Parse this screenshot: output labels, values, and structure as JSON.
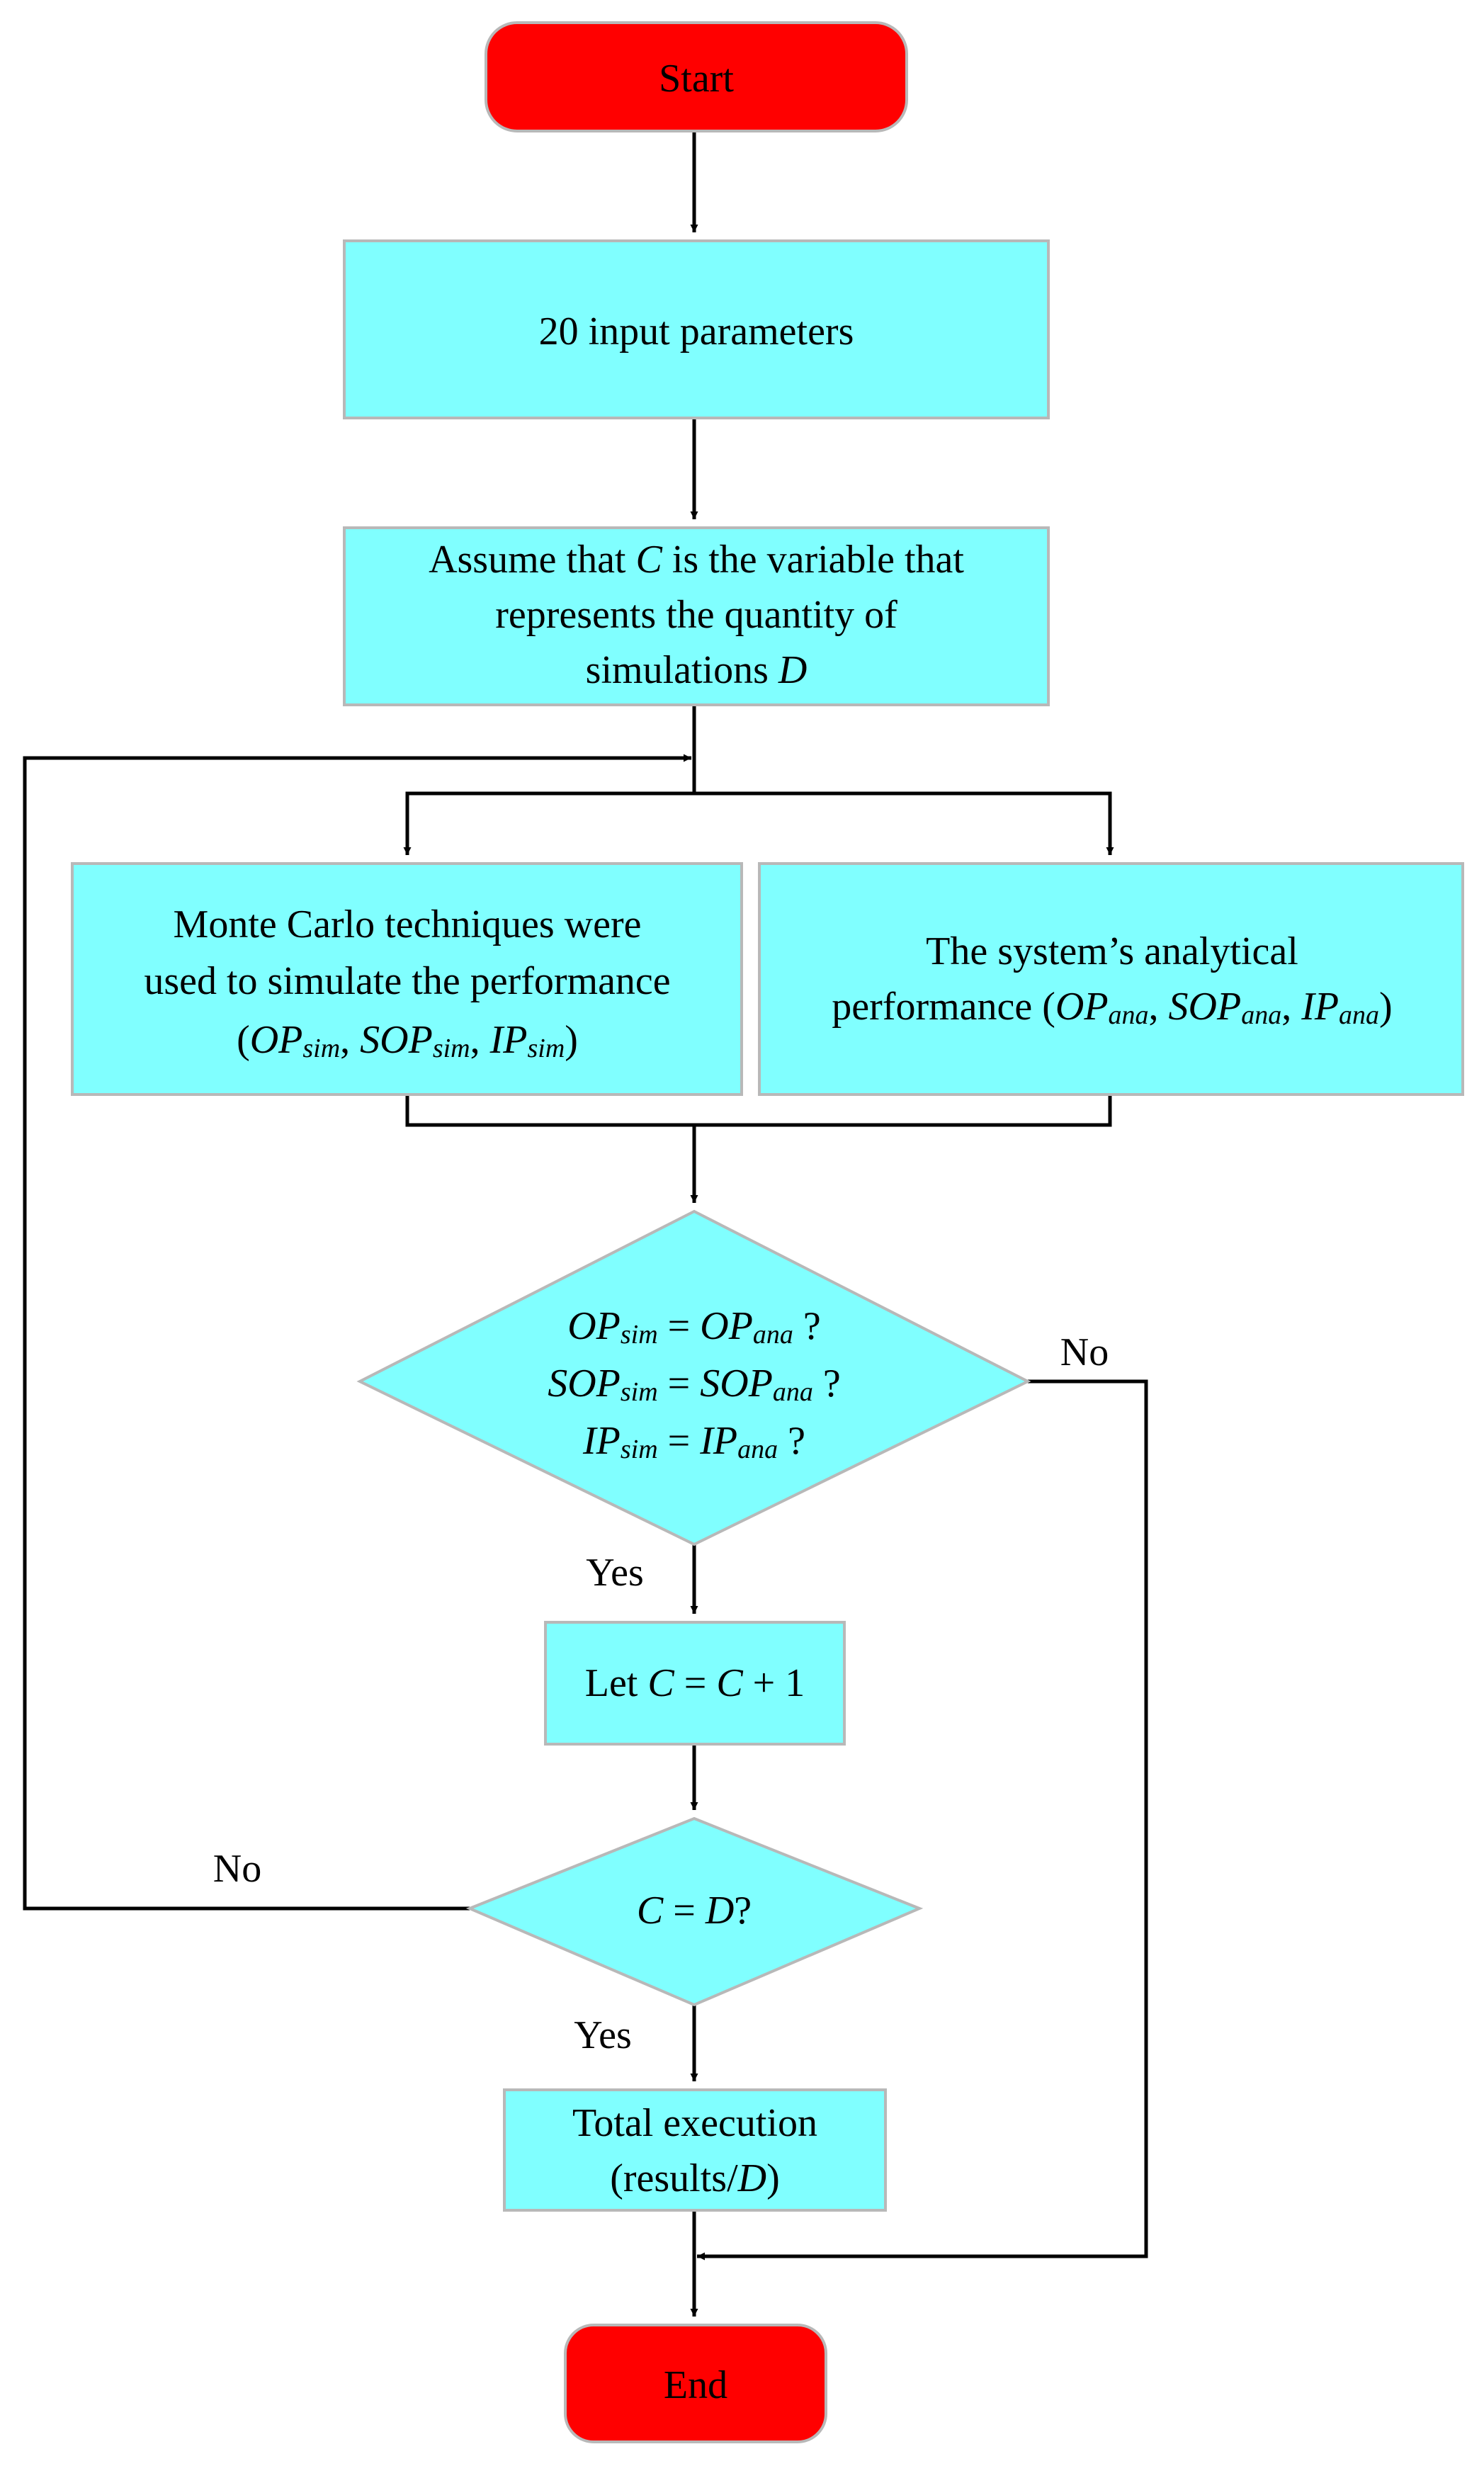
{
  "colors": {
    "terminal_fill": "#ff0000",
    "process_fill": "#80ffff",
    "shape_border": "#b8b8b8",
    "line": "#000000"
  },
  "nodes": {
    "start": {
      "label": "Start"
    },
    "input": {
      "label": "20 input parameters"
    },
    "assume": {
      "line1_a": "Assume that ",
      "line1_var": "C",
      "line1_b": " is the variable that",
      "line2": "represents the quantity of",
      "line3_a": "simulations ",
      "line3_var": "D"
    },
    "monte_carlo": {
      "line1": "Monte Carlo techniques were",
      "line2": "used to simulate the performance",
      "open": "(",
      "v1": "OP",
      "s1": "sim",
      "c1": ", ",
      "v2": "SOP",
      "s2": "sim",
      "c2": ", ",
      "v3": "IP",
      "s3": "sim",
      "close": ")"
    },
    "analytical": {
      "line1": "The system’s analytical",
      "line2_a": "performance (",
      "v1": "OP",
      "s1": "ana",
      "c1": ", ",
      "v2": "SOP",
      "s2": "ana",
      "c2": ", ",
      "v3": "IP",
      "s3": "ana",
      "close": ")"
    },
    "compare": {
      "r1_v1": "OP",
      "r1_s1": "sim",
      "r1_eq": " = ",
      "r1_v2": "OP",
      "r1_s2": "ana",
      "r1_q": " ?",
      "r2_v1": "SOP",
      "r2_s1": "sim",
      "r2_eq": " = ",
      "r2_v2": "SOP",
      "r2_s2": "ana",
      "r2_q": " ?",
      "r3_v1": "IP",
      "r3_s1": "sim",
      "r3_eq": " = ",
      "r3_v2": "IP",
      "r3_s2": "ana",
      "r3_q": " ?"
    },
    "increment": {
      "a": "Let ",
      "v1": "C",
      "eq": " = ",
      "v2": "C",
      "rest": " + 1"
    },
    "check": {
      "v1": "C",
      "eq": " = ",
      "v2": "D",
      "q": "?"
    },
    "total": {
      "line1": "Total execution",
      "line2_a": "(results/",
      "line2_var": "D",
      "line2_b": ")"
    },
    "end": {
      "label": "End"
    }
  },
  "edge_labels": {
    "compare_no": "No",
    "compare_yes": "Yes",
    "check_no": "No",
    "check_yes": "Yes"
  }
}
